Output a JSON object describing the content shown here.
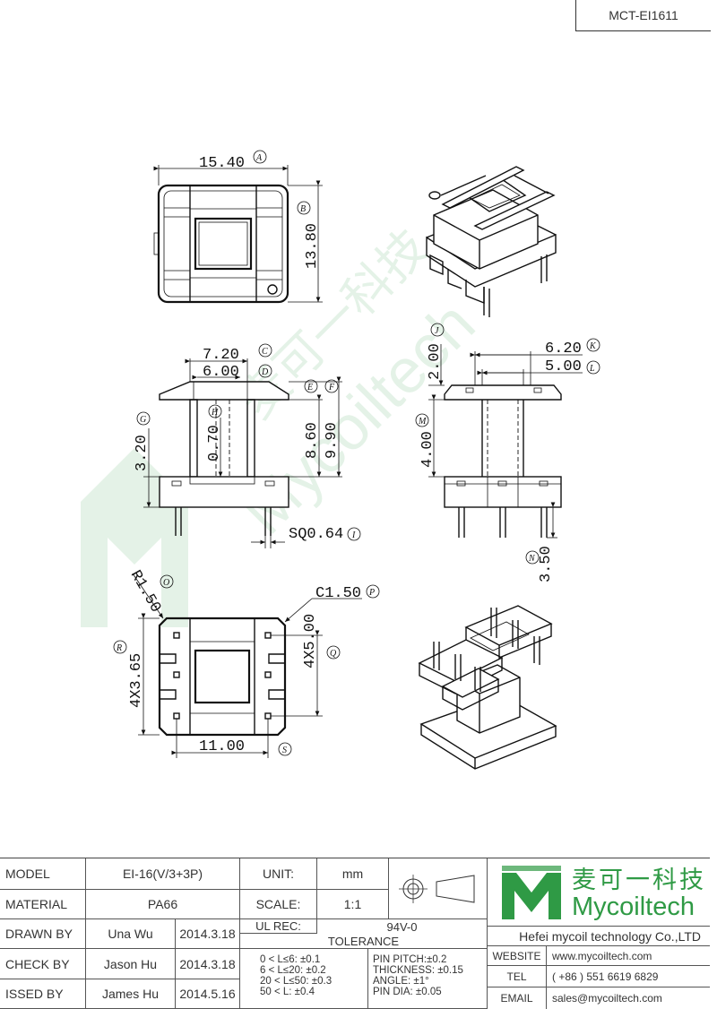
{
  "drawing": {
    "code": "MCT-EI1611",
    "watermark_text": "Mycoiltech",
    "watermark_cn": "麦可一科技",
    "dims": {
      "w_1540": "15.40",
      "h_1380": "13.80",
      "d_720": "7.20",
      "d_600": "6.00",
      "d_320": "3.20",
      "d_070": "0.70",
      "d_860": "8.60",
      "d_990": "9.90",
      "d_sq": "SQ0.64",
      "d_200": "2.00",
      "d_620": "6.20",
      "d_500": "5.00",
      "d_400": "4.00",
      "d_350": "3.50",
      "d_r150": "R1.50",
      "d_c150": "C1.50",
      "d_4x365": "4X3.65",
      "d_4x500": "4X5.00",
      "d_1100": "11.00"
    },
    "callouts": {
      "A": "A",
      "B": "B",
      "C": "C",
      "D": "D",
      "E": "E",
      "F": "F",
      "G": "G",
      "H": "H",
      "I": "I",
      "J": "J",
      "K": "K",
      "L": "L",
      "M": "M",
      "N": "N",
      "O": "O",
      "P": "P",
      "Q": "Q",
      "R": "R",
      "S": "S"
    }
  },
  "title_block": {
    "model_label": "MODEL",
    "model_value": "EI-16(V/3+3P)",
    "material_label": "MATERIAL",
    "material_value": "PA66",
    "drawn_label": "DRAWN BY",
    "drawn_name": "Una Wu",
    "drawn_date": "2014.3.18",
    "check_label": "CHECK BY",
    "check_name": "Jason Hu",
    "check_date": "2014.3.18",
    "issued_label": "ISSED BY",
    "issued_name": "James Hu",
    "issued_date": "2014.5.16",
    "unit_label": "UNIT:",
    "unit_value": "mm",
    "scale_label": "SCALE:",
    "scale_value": "1:1",
    "ul_label": "UL REC:",
    "ul_value": "94V-0",
    "tolerance_label": "TOLERANCE",
    "tol_1": "0 < L≤6:  ±0.1",
    "tol_2": "6 < L≤20:  ±0.2",
    "tol_3": "20 < L≤50:  ±0.3",
    "tol_4": "50 < L:  ±0.4",
    "tol_5": "PIN PITCH:±0.2",
    "tol_6": "THICKNESS:  ±0.15",
    "tol_7": "ANGLE:  ±1°",
    "tol_8": "PIN DIA:  ±0.05",
    "logo_cn": "麦可一科技",
    "logo_en": "Mycoiltech",
    "company": "Hefei mycoil technology Co.,LTD",
    "website_label": "WEBSITE",
    "website_value": "www.mycoiltech.com",
    "tel_label": "TEL",
    "tel_value": "( +86 ) 551 6619 6829",
    "email_label": "EMAIL",
    "email_value": "sales@mycoiltech.com",
    "brand_color": "#2f9a45"
  }
}
